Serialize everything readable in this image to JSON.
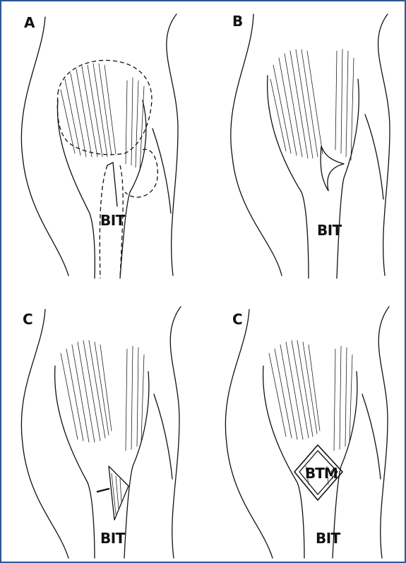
{
  "panels": [
    {
      "letter": "A",
      "label": "BIT"
    },
    {
      "letter": "B",
      "label": "BIT"
    },
    {
      "letter": "C",
      "label": "BIT"
    },
    {
      "letter": "C",
      "label": "BIT",
      "graft_label": "BTM"
    }
  ],
  "colors": {
    "border": "#2f5597",
    "ink": "#111111"
  }
}
